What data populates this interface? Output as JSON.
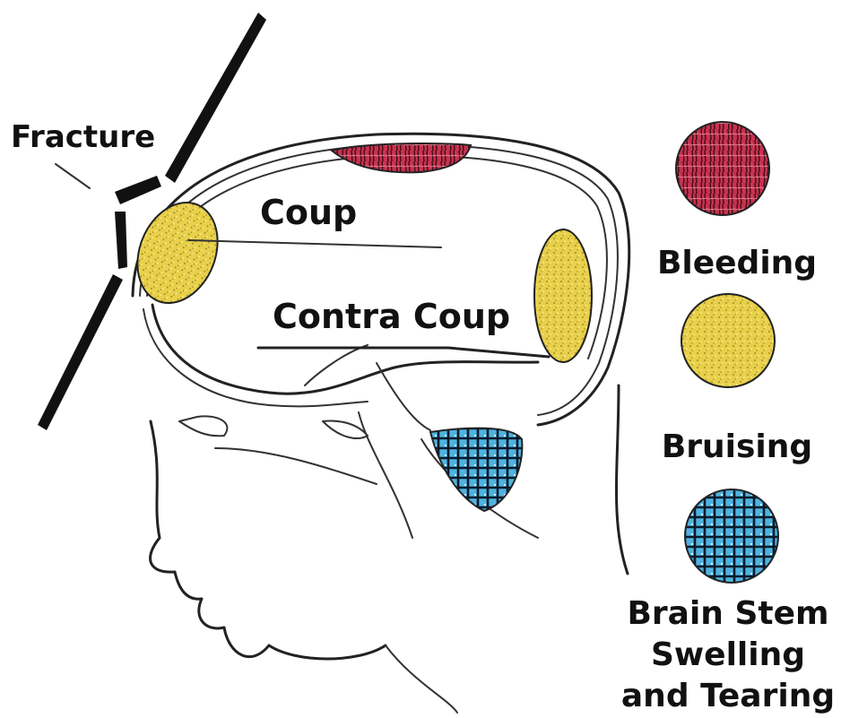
{
  "labels": {
    "fracture": "Fracture",
    "coup": "Coup",
    "contra_coup": "Contra Coup"
  },
  "legend": {
    "bleeding": "Bleeding",
    "bruising": "Bruising",
    "brain_stem_line1": "Brain Stem",
    "brain_stem_line2": "Swelling",
    "brain_stem_line3": "and Tearing"
  },
  "colors": {
    "bleeding": "#c8324f",
    "bruising": "#e8d04a",
    "brain_stem": "#4fb3e0",
    "outline": "#222222"
  }
}
